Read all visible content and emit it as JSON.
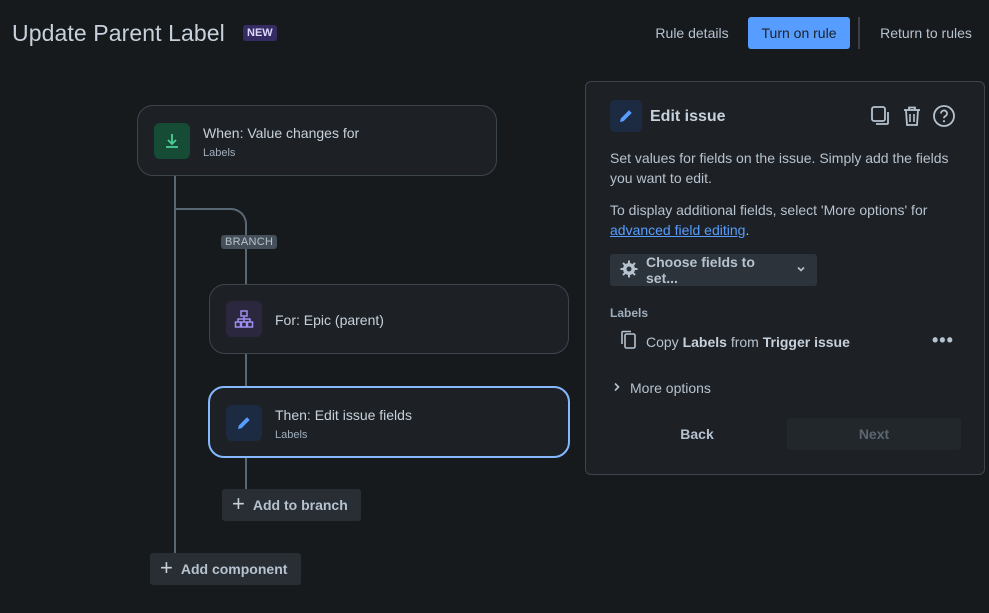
{
  "header": {
    "title": "Update Parent Label",
    "badge": "NEW",
    "rule_details": "Rule details",
    "turn_on_rule": "Turn on rule",
    "return_to_rules": "Return to rules"
  },
  "flow": {
    "trigger": {
      "title": "When: Value changes for",
      "subtitle": "Labels",
      "icon": "download-arrow-icon"
    },
    "branch_tag": "BRANCH",
    "branch": {
      "title": "For: Epic (parent)",
      "icon": "hierarchy-icon"
    },
    "action": {
      "title": "Then: Edit issue fields",
      "subtitle": "Labels",
      "icon": "pencil-icon"
    },
    "add_to_branch": "Add to branch",
    "add_component": "Add component"
  },
  "panel": {
    "title": "Edit issue",
    "icon": "pencil-icon",
    "description": "Set values for fields on the issue. Simply add the fields you want to edit.",
    "more_info_prefix": "To display additional fields, select 'More options' for ",
    "more_info_link": "advanced field editing",
    "more_info_suffix": ".",
    "choose_fields": "Choose fields to set...",
    "field_label": "Labels",
    "copy_prefix": "Copy ",
    "copy_field": "Labels",
    "copy_middle": " from ",
    "copy_source": "Trigger issue",
    "more_options": "More options",
    "back": "Back",
    "next": "Next"
  },
  "colors": {
    "accent": "#579dff",
    "background": "#161a1d",
    "card": "#1d2125",
    "selected_border": "#85b8ff",
    "trigger_icon_bg": "#164b35",
    "branch_icon_bg": "#2b273f",
    "action_icon_bg": "#1c2b41"
  }
}
